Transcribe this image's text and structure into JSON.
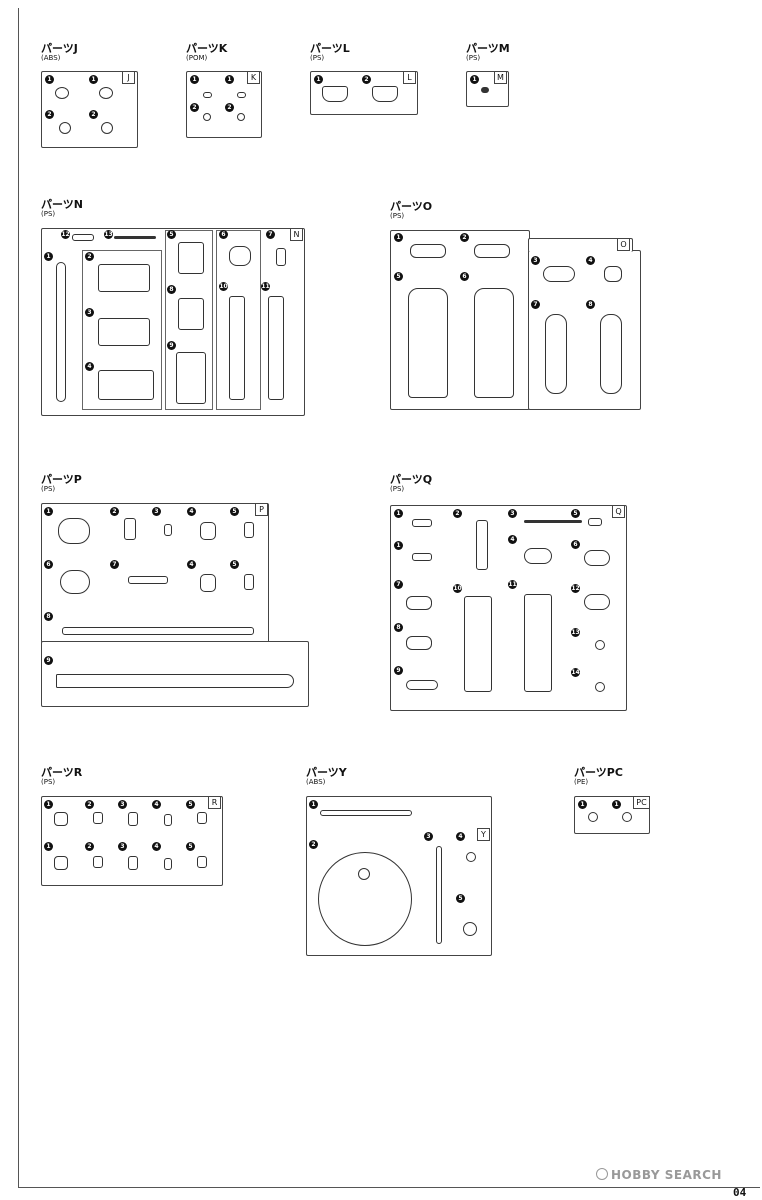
{
  "page": {
    "number": "04",
    "watermark": "HOBBY SEARCH"
  },
  "groups": [
    {
      "id": "J",
      "title": "パーツJ",
      "material": "(ABS)",
      "tag": "J",
      "numbers": [
        "1",
        "1",
        "2",
        "2"
      ]
    },
    {
      "id": "K",
      "title": "パーツK",
      "material": "(POM)",
      "tag": "K",
      "numbers": [
        "1",
        "1",
        "2",
        "2"
      ]
    },
    {
      "id": "L",
      "title": "パーツL",
      "material": "(PS)",
      "tag": "L",
      "numbers": [
        "1",
        "2"
      ]
    },
    {
      "id": "M",
      "title": "パーツM",
      "material": "(PS)",
      "tag": "M",
      "numbers": [
        "1"
      ]
    },
    {
      "id": "N",
      "title": "パーツN",
      "material": "(PS)",
      "tag": "N",
      "numbers": [
        "12",
        "13",
        "5",
        "6",
        "7",
        "1",
        "2",
        "8",
        "10",
        "11",
        "3",
        "9",
        "4"
      ]
    },
    {
      "id": "O",
      "title": "パーツO",
      "material": "(PS)",
      "tag": "O",
      "numbers": [
        "1",
        "2",
        "5",
        "6",
        "3",
        "4",
        "7",
        "8"
      ]
    },
    {
      "id": "P",
      "title": "パーツP",
      "material": "(PS)",
      "tag": "P",
      "numbers": [
        "1",
        "2",
        "3",
        "4",
        "5",
        "6",
        "7",
        "4",
        "5",
        "8",
        "9"
      ]
    },
    {
      "id": "Q",
      "title": "パーツQ",
      "material": "(PS)",
      "tag": "Q",
      "numbers": [
        "1",
        "2",
        "3",
        "5",
        "1",
        "4",
        "6",
        "7",
        "10",
        "11",
        "12",
        "8",
        "13",
        "9",
        "14"
      ]
    },
    {
      "id": "R",
      "title": "パーツR",
      "material": "(PS)",
      "tag": "R",
      "numbers": [
        "1",
        "2",
        "3",
        "4",
        "5",
        "1",
        "2",
        "3",
        "4",
        "5"
      ]
    },
    {
      "id": "Y",
      "title": "パーツY",
      "material": "(ABS)",
      "tag": "Y",
      "numbers": [
        "1",
        "2",
        "3",
        "4",
        "5"
      ]
    },
    {
      "id": "PC",
      "title": "パーツPC",
      "material": "(PE)",
      "tag": "PC",
      "numbers": [
        "1",
        "1"
      ]
    }
  ]
}
